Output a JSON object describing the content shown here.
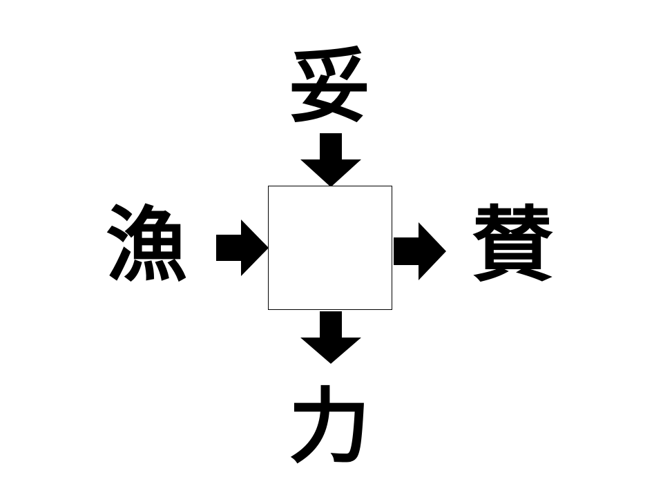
{
  "puzzle": {
    "top": "妥",
    "left": "漁",
    "right": "賛",
    "bottom": "力",
    "answer": ""
  }
}
